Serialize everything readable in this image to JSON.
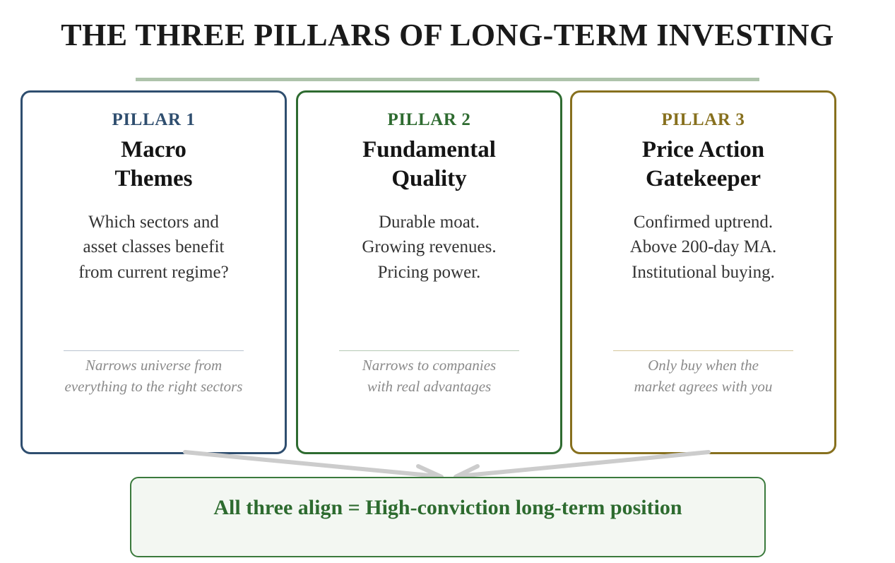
{
  "title": "THE THREE PILLARS OF LONG-TERM INVESTING",
  "colors": {
    "pillar1": "#2f4e6f",
    "pillar2": "#2e6b30",
    "pillar3": "#87701e",
    "title_rule": "#aec3ab",
    "conclusion_border": "#3a7a3c",
    "conclusion_fill": "#f3f7f2",
    "conclusion_text": "#2d6b2f",
    "arrow": "#cccccc",
    "footnote_text": "#8a8a8a",
    "heading_text": "#141414",
    "body_text": "#333333"
  },
  "cards": [
    {
      "label": "PILLAR 1",
      "name_line1": "Macro",
      "name_line2": "Themes",
      "body_line1": "Which sectors and",
      "body_line2": "asset classes benefit",
      "body_line3": "from current regime?",
      "footnote_line1": "Narrows universe from",
      "footnote_line2": "everything to the right sectors"
    },
    {
      "label": "PILLAR 2",
      "name_line1": "Fundamental",
      "name_line2": "Quality",
      "body_line1": "Durable moat.",
      "body_line2": "Growing revenues.",
      "body_line3": "Pricing power.",
      "footnote_line1": "Narrows to companies",
      "footnote_line2": "with real advantages"
    },
    {
      "label": "PILLAR 3",
      "name_line1": "Price Action",
      "name_line2": "Gatekeeper",
      "body_line1": "Confirmed uptrend.",
      "body_line2": "Above 200-day MA.",
      "body_line3": "Institutional buying.",
      "footnote_line1": "Only buy when the",
      "footnote_line2": "market agrees with you"
    }
  ],
  "conclusion": {
    "text": "All three align = High-conviction long-term position"
  }
}
